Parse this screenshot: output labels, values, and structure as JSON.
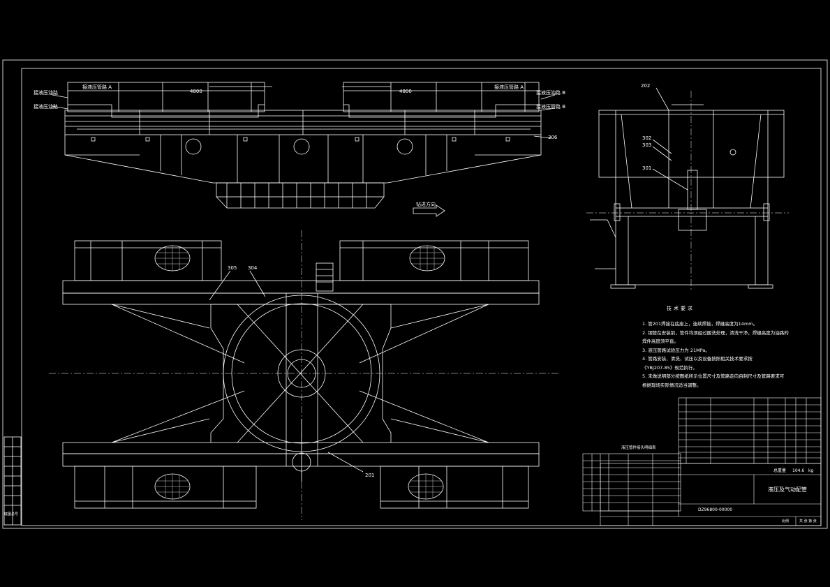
{
  "drawing": {
    "title": "液压及气动配管",
    "direction_label": "钻进方向",
    "dim_left": "4800",
    "dim_right": "4800",
    "side_labels": {
      "left_top": "接液压油路",
      "left_mid": "接液压油路",
      "left_a": "接液压管路 A",
      "right_top": "接液压油路 B",
      "right_mid": "接液压管路 B",
      "right_a": "接液压管路 A"
    },
    "balloons": {
      "b306": "306",
      "b305": "305",
      "b304": "304",
      "b201": "201",
      "b202": "202",
      "b302": "302",
      "b303": "303",
      "b301": "301"
    }
  },
  "notes": {
    "title": "技术要求",
    "items": [
      "1. 管201焊接在底座上，连续焊接，焊缝高度为14mm。",
      "2. 钢管在安装前，管件均须经过酸洗处理，清洗干净，焊缝高度为油路的",
      "   焊件高度须平直。",
      "3. 液压管路试验压力为 21MPa。",
      "4. 管路安装、清洗、试压以及设备按照相关技术要求按",
      "   《YBJ207-85》规范执行。",
      "5. 未做说明部分按图纸所示位置尺寸及管路走向自制尺寸及管路要求可",
      "   根据现场实际情况适当调整。"
    ]
  },
  "table_small_label": "液压管件接头明细表",
  "left_strip_label": "底图总号",
  "title_block": {
    "project": "液压及气动配管",
    "scale_label": "比例",
    "sheet_label": "共 张 第 张",
    "drawing_no": "DZ96800-00000",
    "weight_label": "总重量",
    "weight": "104.6",
    "weight_unit": "kg"
  }
}
